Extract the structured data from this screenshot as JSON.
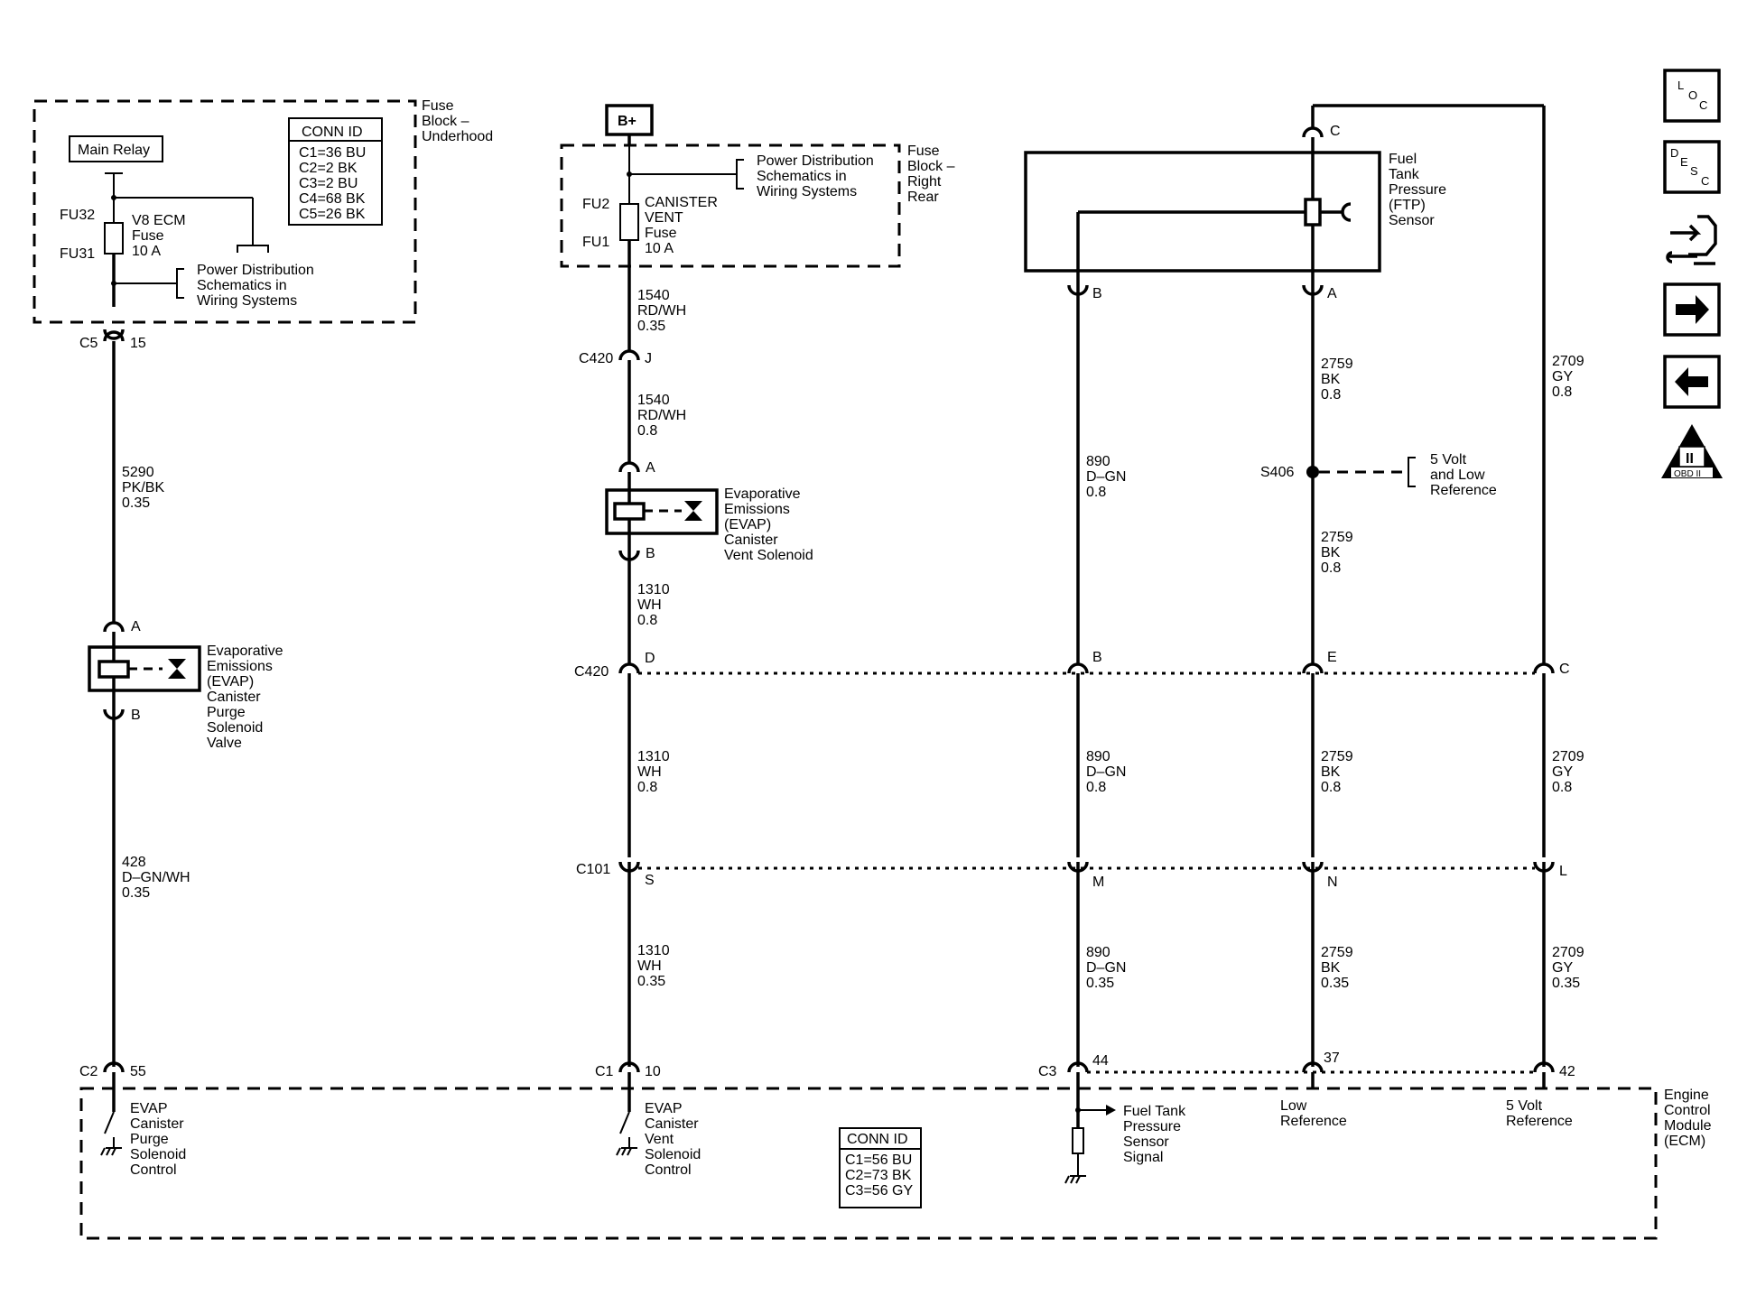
{
  "fuse_block_underhood": {
    "title": [
      "Fuse",
      "Block –",
      "Underhood"
    ],
    "main_relay": "Main Relay",
    "fu32": "FU32",
    "fu31": "FU31",
    "fuse_name": [
      "V8 ECM",
      "Fuse",
      "10 A"
    ],
    "power_dist": [
      "Power Distribution",
      "Schematics in",
      "Wiring Systems"
    ],
    "conn_id_title": "CONN ID",
    "conn_ids": [
      "C1=36 BU",
      "C2=2 BK",
      "C3=2 BU",
      "C4=68 BK",
      "C5=26 BK"
    ]
  },
  "fuse_block_right_rear": {
    "b_plus": "B+",
    "title": [
      "Fuse",
      "Block –",
      "Right",
      "Rear"
    ],
    "fu2": "FU2",
    "fu1": "FU1",
    "fuse_name": [
      "CANISTER",
      "VENT",
      "Fuse",
      "10 A"
    ],
    "power_dist": [
      "Power Distribution",
      "Schematics in",
      "Wiring Systems"
    ]
  },
  "ftp_sensor": {
    "name": [
      "Fuel",
      "Tank",
      "Pressure",
      "(FTP)",
      "Sensor"
    ],
    "pin_c": "C",
    "pin_b": "B",
    "pin_a": "A"
  },
  "purge_circuit": {
    "c5": "C5",
    "c5_pin": "15",
    "wire1": [
      "5290",
      "PK/BK",
      "0.35"
    ],
    "pin_a": "A",
    "pin_b": "B",
    "solenoid": [
      "Evaporative",
      "Emissions",
      "(EVAP)",
      "Canister",
      "Purge",
      "Solenoid",
      "Valve"
    ],
    "wire2": [
      "428",
      "D–GN/WH",
      "0.35"
    ],
    "c2": "C2",
    "c2_pin": "55",
    "ecm_label": [
      "EVAP",
      "Canister",
      "Purge",
      "Solenoid",
      "Control"
    ]
  },
  "vent_circuit": {
    "wire1": [
      "1540",
      "RD/WH",
      "0.35"
    ],
    "c420": "C420",
    "c420_pin_j": "J",
    "wire2": [
      "1540",
      "RD/WH",
      "0.8"
    ],
    "pin_a": "A",
    "pin_b": "B",
    "solenoid": [
      "Evaporative",
      "Emissions",
      "(EVAP)",
      "Canister",
      "Vent Solenoid"
    ],
    "wire3": [
      "1310",
      "WH",
      "0.8"
    ],
    "c420_b": "C420",
    "c420_pin_d": "D",
    "wire4": [
      "1310",
      "WH",
      "0.8"
    ],
    "c101": "C101",
    "c101_pin_s": "S",
    "wire5": [
      "1310",
      "WH",
      "0.35"
    ],
    "c1": "C1",
    "c1_pin": "10",
    "ecm_label": [
      "EVAP",
      "Canister",
      "Vent",
      "Solenoid",
      "Control"
    ]
  },
  "signal_circuit": {
    "wire1": [
      "890",
      "D–GN",
      "0.8"
    ],
    "c420_pin": "B",
    "wire2": [
      "890",
      "D–GN",
      "0.8"
    ],
    "c101_pin": "M",
    "wire3": [
      "890",
      "D–GN",
      "0.35"
    ],
    "c3": "C3",
    "c3_pin": "44",
    "ecm_label": [
      "Fuel Tank",
      "Pressure",
      "Sensor",
      "Signal"
    ]
  },
  "low_ref_circuit": {
    "wire1": [
      "2759",
      "BK",
      "0.8"
    ],
    "splice": "S406",
    "splice_ref": [
      "5 Volt",
      "and Low",
      "Reference"
    ],
    "wire2": [
      "2759",
      "BK",
      "0.8"
    ],
    "c420_pin": "E",
    "wire3": [
      "2759",
      "BK",
      "0.8"
    ],
    "c101_pin": "N",
    "wire4": [
      "2759",
      "BK",
      "0.35"
    ],
    "c3_pin": "37",
    "ecm_label": [
      "Low",
      "Reference"
    ]
  },
  "five_volt_circuit": {
    "wire1": [
      "2709",
      "GY",
      "0.8"
    ],
    "c420_pin": "C",
    "wire2": [
      "2709",
      "GY",
      "0.8"
    ],
    "c101_pin": "L",
    "wire3": [
      "2709",
      "GY",
      "0.35"
    ],
    "c3_pin": "42",
    "ecm_label": [
      "5 Volt",
      "Reference"
    ]
  },
  "ecm": {
    "name": [
      "Engine",
      "Control",
      "Module",
      "(ECM)"
    ],
    "conn_id_title": "CONN ID",
    "conn_ids": [
      "C1=56 BU",
      "C2=73 BK",
      "C3=56 GY"
    ]
  },
  "side_nav": {
    "loc": [
      "L",
      "O",
      "C"
    ],
    "desc": [
      "D",
      "E",
      "S",
      "C"
    ],
    "obd": [
      "II",
      "OBD II"
    ]
  }
}
